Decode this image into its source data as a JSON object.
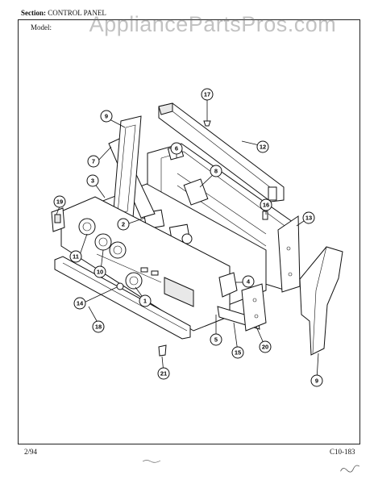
{
  "header": {
    "section_label": "Section:",
    "section_value": "CONTROL PANEL",
    "model_label": "Model:"
  },
  "watermark": "AppliancePartsPros.com",
  "footer": {
    "date": "2/94",
    "code": "C10-183"
  },
  "callouts": [
    "1",
    "2",
    "3",
    "4",
    "5",
    "6",
    "7",
    "8",
    "9",
    "10",
    "11",
    "12",
    "13",
    "14",
    "15",
    "16",
    "17",
    "18",
    "19",
    "20",
    "21"
  ]
}
